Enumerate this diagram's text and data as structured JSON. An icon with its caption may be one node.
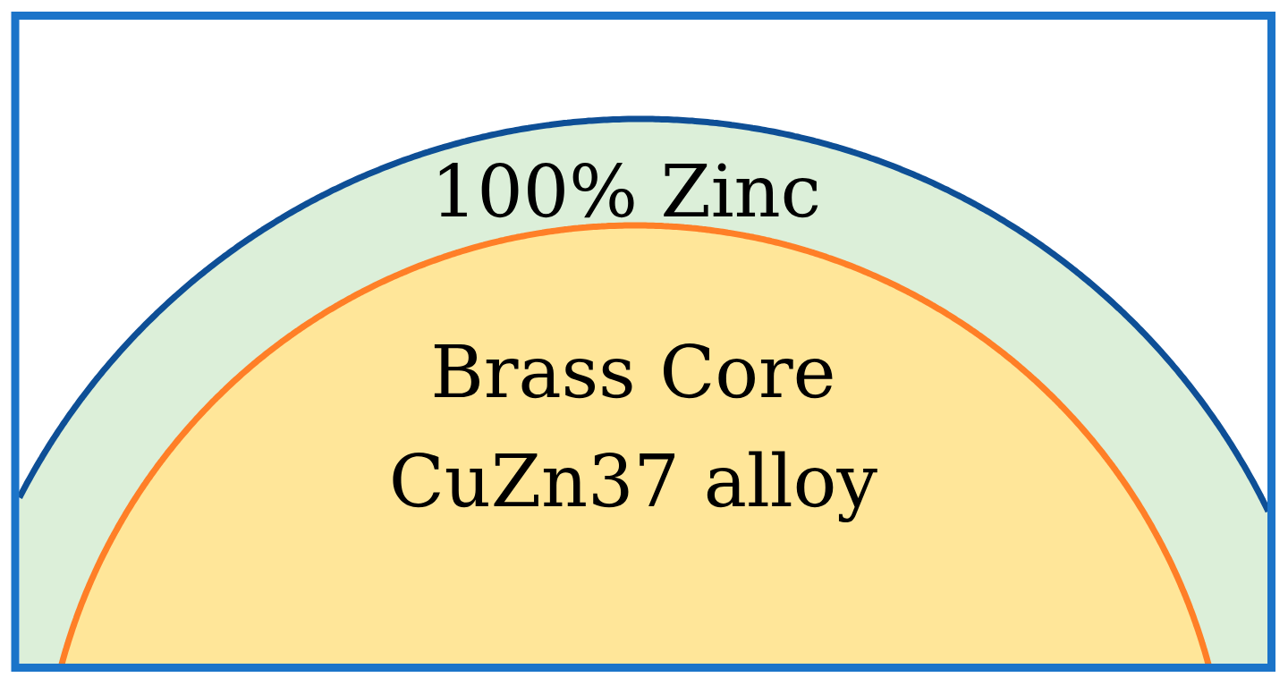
{
  "diagram": {
    "nodes": [
      {
        "text": [
          "100% Zinc"
        ]
      },
      {
        "text": [
          "Brass Core CuZn37 alloy"
        ],
        "in": 0
      }
    ]
  }
}
